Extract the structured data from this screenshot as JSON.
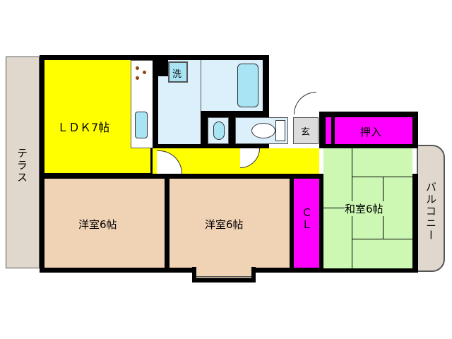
{
  "floorplan": {
    "rooms": {
      "ldk": {
        "label": "ＬＤＫ7帖",
        "color": "#ffff00"
      },
      "western1": {
        "label": "洋室6帖",
        "color": "#f0d2b4"
      },
      "western2": {
        "label": "洋室6帖",
        "color": "#f0d2b4"
      },
      "japanese": {
        "label": "和室6帖",
        "color": "#ccf8b4"
      },
      "closet_cl": {
        "label": "ＣＬ",
        "color": "#ff00ff"
      },
      "oshiire": {
        "label": "押入",
        "color": "#ff00ff"
      },
      "entrance": {
        "label": "玄",
        "color": "#dcdcdc"
      },
      "washer": {
        "label": "洗",
        "color": "#a8e4f4"
      },
      "terrace": {
        "label": "テラス",
        "color": "#e0d8cc"
      },
      "balcony": {
        "label": "バルコニー",
        "color": "#e0d8cc"
      },
      "wet_area_color": "#dcf0fc",
      "fixture_color": "#a8e4f4",
      "wall_color": "#000000"
    }
  }
}
